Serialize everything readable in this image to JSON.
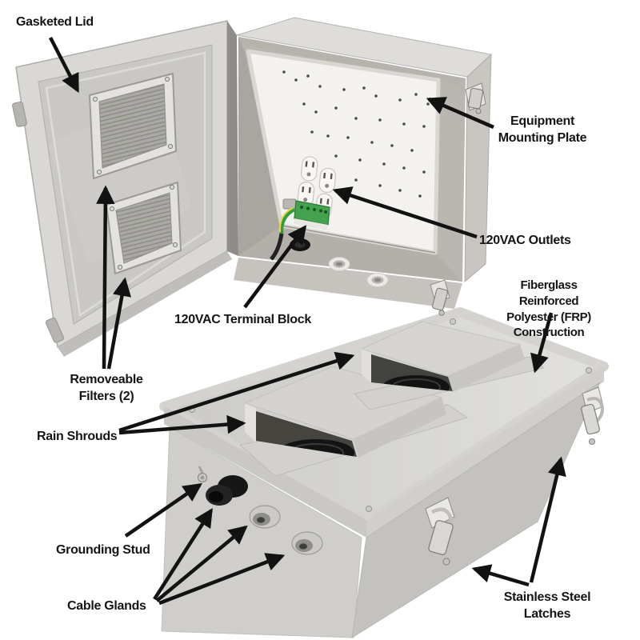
{
  "figure": {
    "type": "annotated-product-diagram",
    "background": "#ffffff",
    "annotation_text_color": "#151515",
    "arrow_color": "#121212",
    "part_colors": {
      "enclosure_light_gray": "#d8d7d4",
      "enclosure_mid_gray": "#cfcecb",
      "enclosure_dark_gray": "#c3c2bf",
      "mounting_plate_white": "#f3f2ee",
      "filter_mesh_gray": "#aaa9a4",
      "terminal_block_green": "#3fa04a",
      "ground_wire_green": "#2f9e3e",
      "ground_wire_yellow": "#e8d838",
      "cable_gland_black": "#1b1b1b",
      "fan_black": "#141414"
    }
  },
  "callouts": [
    {
      "id": "gasketed-lid",
      "text": "Gasketed Lid"
    },
    {
      "id": "equipment-mounting-plate",
      "text": "Equipment\nMounting Plate"
    },
    {
      "id": "vac-outlets",
      "text": "120VAC Outlets"
    },
    {
      "id": "frp-construction",
      "text": "Fiberglass Reinforced\nPolyester (FRP) Construction"
    },
    {
      "id": "vac-terminal-block",
      "text": "120VAC Terminal Block"
    },
    {
      "id": "removeable-filters",
      "text": "Removeable\nFilters (2)"
    },
    {
      "id": "rain-shrouds",
      "text": "Rain Shrouds"
    },
    {
      "id": "grounding-stud",
      "text": "Grounding Stud"
    },
    {
      "id": "cable-glands",
      "text": "Cable Glands"
    },
    {
      "id": "stainless-steel-latches",
      "text": "Stainless Steel\nLatches"
    }
  ]
}
